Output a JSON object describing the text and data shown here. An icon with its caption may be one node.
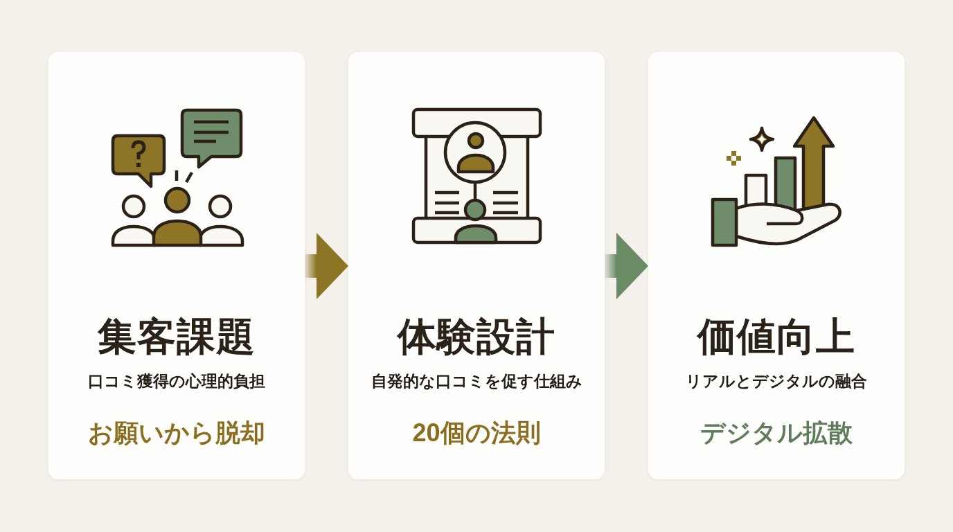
{
  "diagram": {
    "nodes": [
      {
        "text": [
          "集客課題",
          "口コミ獲得の心理的負担",
          "お願いから脱却"
        ]
      },
      {
        "text": [
          "体験設計",
          "自発的な口コミを促す仕組み",
          "20個の法則"
        ]
      },
      {
        "text": [
          "価値向上",
          "リアルとデジタルの融合",
          "デジタル拡散"
        ]
      }
    ],
    "edges": [
      {
        "from": 0,
        "to": 1,
        "arrow": "to",
        "style": "thick",
        "color": "#8d7426"
      },
      {
        "from": 1,
        "to": 2,
        "arrow": "to",
        "style": "thick",
        "color": "#6b8a66"
      }
    ]
  }
}
